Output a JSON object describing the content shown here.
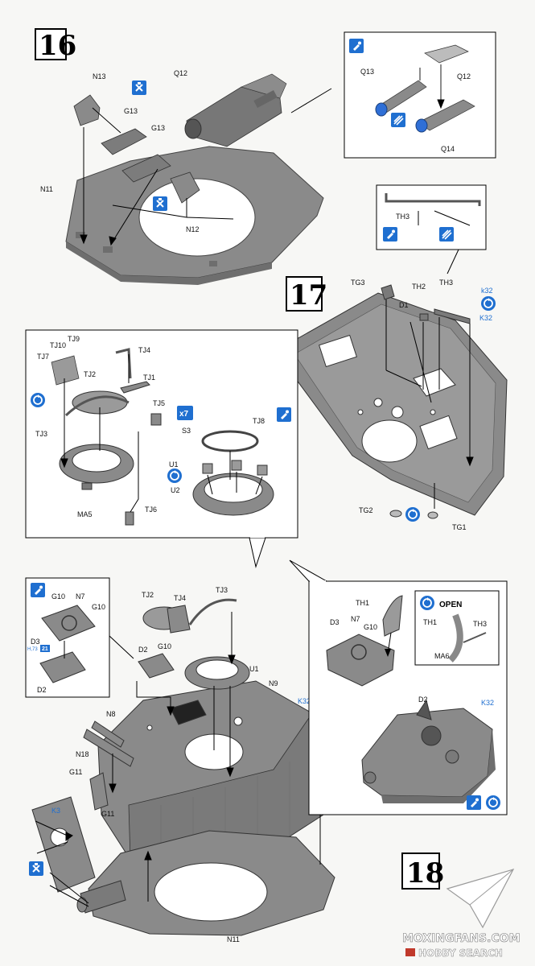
{
  "steps": {
    "s16": "16",
    "s17": "17",
    "s18": "18"
  },
  "step16": {
    "labels": {
      "n13": "N13",
      "g13a": "G13",
      "g13b": "G13",
      "q12": "Q12",
      "n11": "N11",
      "n12": "N12"
    },
    "inset": {
      "q13": "Q13",
      "q12": "Q12",
      "q14": "Q14"
    }
  },
  "step17": {
    "inset": {
      "th3": "TH3"
    },
    "labels": {
      "tg3": "TG3",
      "th2": "TH2",
      "th3": "TH3",
      "d1": "D1",
      "k32a": "k32",
      "k32b": "K32",
      "tg2": "TG2",
      "tg1": "TG1"
    },
    "subassembly": {
      "tj10": "TJ10",
      "tj9": "TJ9",
      "tj7": "TJ7",
      "tj4": "TJ4",
      "tj2": "TJ2",
      "tj1": "TJ1",
      "tj3": "TJ3",
      "tj5": "TJ5",
      "ma5": "MA5",
      "tj6": "TJ6",
      "x7": "x7",
      "s3": "S3",
      "tj8": "TJ8",
      "u1": "U1",
      "u2": "U2"
    }
  },
  "step18": {
    "hatch_inset": {
      "g10a": "G10",
      "n7": "N7",
      "g10b": "G10",
      "d3": "D3",
      "d3_sub": "H,73",
      "d3_badge": "21",
      "d2": "D2"
    },
    "labels": {
      "tj2": "TJ2",
      "tj4": "TJ4",
      "tj3": "TJ3",
      "d2": "D2",
      "g10": "G10",
      "u1": "U1",
      "n9": "N9",
      "n8": "N8",
      "k32": "K32",
      "n18": "N18",
      "g11a": "G11",
      "k3": "K3",
      "g11b": "G11",
      "n11": "N11"
    },
    "right_inset": {
      "th1": "TH1",
      "d3": "D3",
      "n7": "N7",
      "g10": "G10",
      "open": "OPEN",
      "open_th1": "TH1",
      "open_th3": "TH3",
      "ma6": "MA6",
      "d2": "D2",
      "k32": "K32"
    }
  },
  "watermark": {
    "line1": "MOXINGFANS.COM",
    "line2": "HOBBY SEARCH"
  },
  "colors": {
    "part_gray": "#8a8a8a",
    "part_dark": "#6e6e6e",
    "icon_blue": "#1f6fd0",
    "ink": "#111111"
  }
}
